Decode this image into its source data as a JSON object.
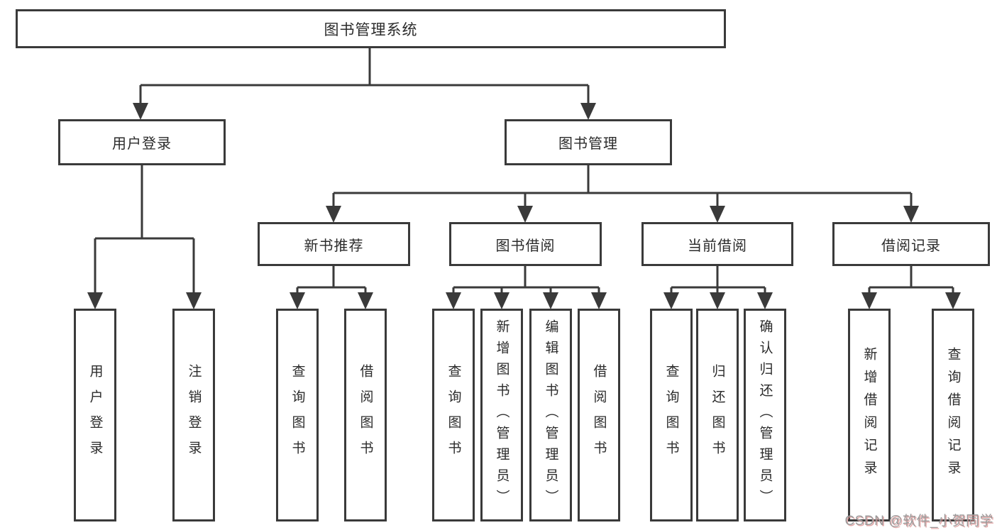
{
  "diagram": {
    "root": {
      "label": "图书管理系统"
    },
    "branches": [
      {
        "label": "用户登录",
        "children": [
          "用户登录",
          "注销登录"
        ]
      },
      {
        "label": "图书管理",
        "sections": [
          {
            "label": "新书推荐",
            "children": [
              "查询图书",
              "借阅图书"
            ]
          },
          {
            "label": "图书借阅",
            "children": [
              "查询图书",
              "新增图书（管理员）",
              "编辑图书（管理员）",
              "借阅图书"
            ]
          },
          {
            "label": "当前借阅",
            "children": [
              "查询图书",
              "归还图书",
              "确认归还（管理员）"
            ]
          },
          {
            "label": "借阅记录",
            "children": [
              "新增借阅记录",
              "查询借阅记录"
            ]
          }
        ]
      }
    ]
  },
  "watermark": {
    "text": "CSDN @软件_小贺同学"
  },
  "colors": {
    "line": "#3a3a3a",
    "box_border": "#3a3a3a",
    "box_background": "#ffffff",
    "text": "#2b2b2b",
    "watermark_gray": "#9b9b9b",
    "watermark_red": "#d98c8c"
  }
}
